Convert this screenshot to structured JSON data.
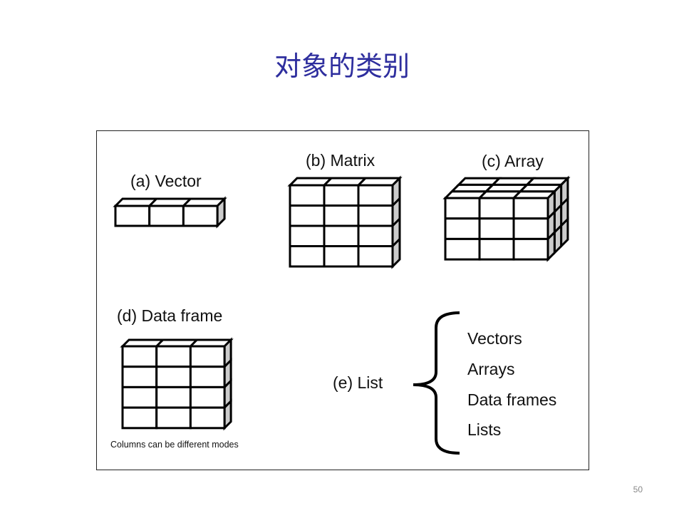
{
  "slide": {
    "title": "对象的类别",
    "page_number": "50"
  },
  "diagram": {
    "vector_label": "(a) Vector",
    "matrix_label": "(b) Matrix",
    "array_label": "(c) Array",
    "dataframe_label": "(d) Data frame",
    "dataframe_note": "Columns can be different modes",
    "list_label": "(e) List",
    "list_items": [
      "Vectors",
      "Arrays",
      "Data frames",
      "Lists"
    ]
  },
  "colors": {
    "title": "#2e2e9e",
    "side_shade": "#cccccc"
  }
}
